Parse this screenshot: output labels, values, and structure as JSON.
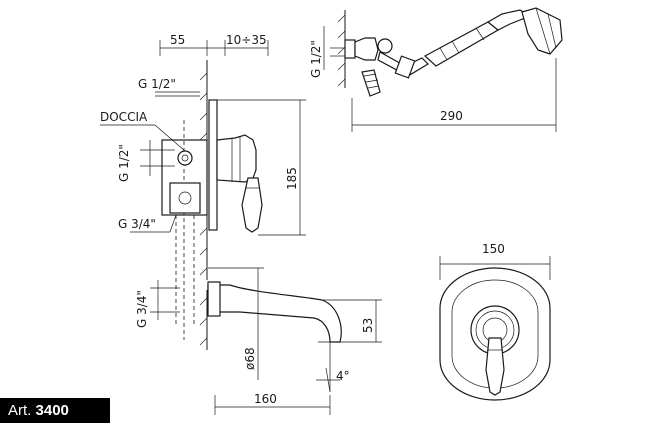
{
  "dimensions": {
    "d55": "55",
    "d10_35": "10÷35",
    "g12_top": "G 1/2\"",
    "doccia": "DOCCIA",
    "g12_side": "G 1/2\"",
    "g34_mid": "G 3/4\"",
    "d185": "185",
    "g34_low": "G 3/4\"",
    "d53": "53",
    "d68": "ø68",
    "d4": "4°",
    "d160": "160",
    "g12_shower": "G 1/2\"",
    "d290": "290",
    "d150": "150"
  },
  "article": {
    "prefix": "Art.",
    "number": "3400"
  }
}
